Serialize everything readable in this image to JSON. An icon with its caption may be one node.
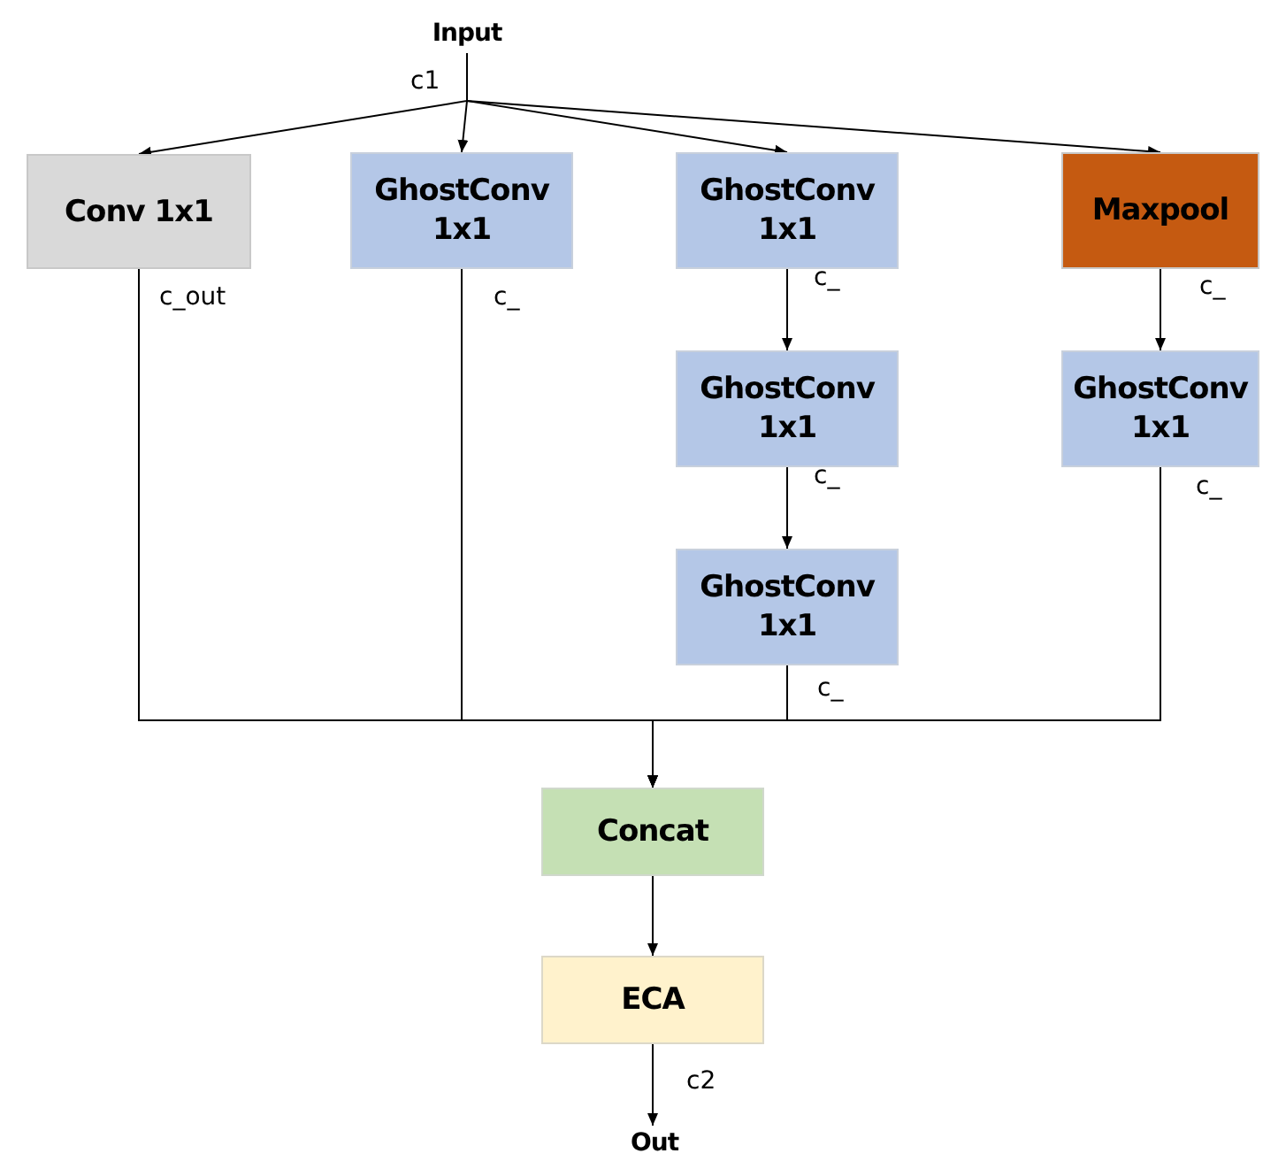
{
  "diagram": {
    "nodes": [
      {
        "text": [
          "Input"
        ]
      },
      {
        "text": [
          "Conv 1x1"
        ]
      },
      {
        "text": [
          "GhostConv 1x1"
        ]
      },
      {
        "text": [
          "GhostConv 1x1"
        ]
      },
      {
        "text": [
          "Maxpool"
        ]
      },
      {
        "text": [
          "GhostConv 1x1"
        ]
      },
      {
        "text": [
          "GhostConv 1x1"
        ]
      },
      {
        "text": [
          "GhostConv 1x1"
        ]
      },
      {
        "text": [
          "Concat"
        ]
      },
      {
        "text": [
          "ECA"
        ]
      },
      {
        "text": [
          "Out"
        ]
      }
    ],
    "edges": [
      {
        "from": 0,
        "to": 1,
        "arrow": "to"
      },
      {
        "from": 0,
        "to": 2,
        "arrow": "to"
      },
      {
        "from": 0,
        "to": 3,
        "arrow": "to"
      },
      {
        "from": 0,
        "to": 4,
        "arrow": "to"
      },
      {
        "from": 3,
        "to": 5,
        "arrow": "to",
        "label": "c_"
      },
      {
        "from": 5,
        "to": 7,
        "arrow": "to",
        "label": "c_"
      },
      {
        "from": 4,
        "to": 6,
        "arrow": "to",
        "label": "c_"
      },
      {
        "from": 1,
        "to": 8,
        "arrow": "to",
        "label": "c_out"
      },
      {
        "from": 2,
        "to": 8,
        "arrow": "to",
        "label": "c_"
      },
      {
        "from": 7,
        "to": 8,
        "arrow": "to",
        "label": "c_"
      },
      {
        "from": 6,
        "to": 8,
        "arrow": "to",
        "label": "c_"
      },
      {
        "from": 8,
        "to": 9,
        "arrow": "to"
      },
      {
        "from": 9,
        "to": 10,
        "arrow": "to",
        "label": "c2"
      }
    ],
    "labels": [
      "c1"
    ]
  }
}
